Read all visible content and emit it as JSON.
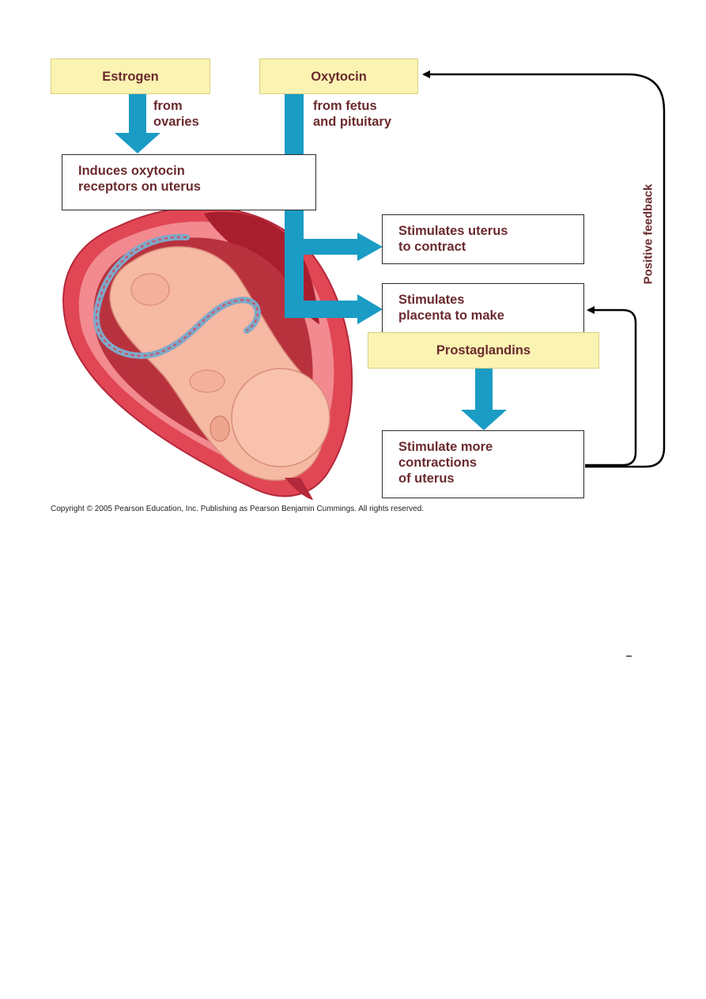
{
  "nodes": {
    "estrogen": "Estrogen",
    "oxytocin": "Oxytocin",
    "induces": [
      "Induces oxytocin",
      "receptors on uterus"
    ],
    "stim_contract": [
      "Stimulates uterus",
      "to contract"
    ],
    "stim_placenta": [
      "Stimulates",
      "placenta to make"
    ],
    "prostaglandins": "Prostaglandins",
    "stim_more": [
      "Stimulate more",
      "contractions",
      "of uterus"
    ]
  },
  "labels": {
    "from_ovaries": [
      "from",
      "ovaries"
    ],
    "from_fetus": [
      "from fetus",
      "and pituitary"
    ],
    "positive_feedback": "Positive feedback"
  },
  "copyright": "Copyright © 2005 Pearson Education, Inc. Publishing as Pearson Benjamin Cummings. All rights reserved.",
  "colors": {
    "arrow_blue": "#1a9cc4",
    "box_yellow": "#fbf3b2",
    "text_maroon": "#6b2a2e",
    "uterus_red": "#d93a4a",
    "fetus_skin": "#f6b9a3"
  },
  "illustration": "fetus-in-uterus"
}
